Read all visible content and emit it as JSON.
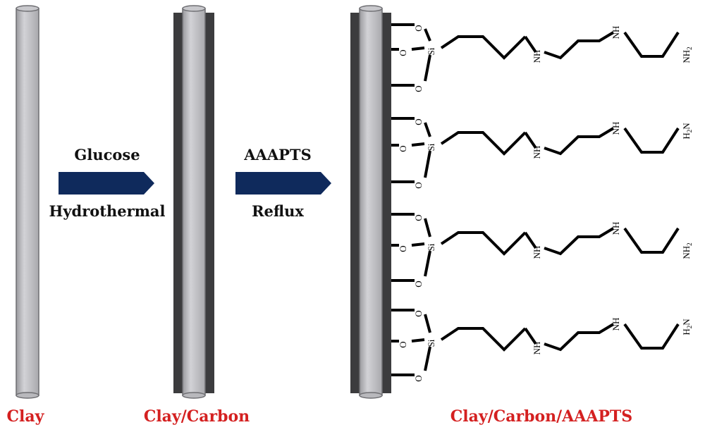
{
  "stages": {
    "clay": "Clay",
    "clay_carbon": "Clay/Carbon",
    "clay_carbon_aaapts": "Clay/Carbon/AAAPTS"
  },
  "steps": [
    {
      "reagent": "Glucose",
      "condition": "Hydrothermal"
    },
    {
      "reagent": "AAAPTS",
      "condition": "Reflux"
    }
  ],
  "atoms": {
    "oxygen": "O",
    "silicon": "Si",
    "amine": "NH",
    "terminal_left": "H",
    "terminal_right": "N",
    "amine_end": "NH",
    "subscript": "2"
  },
  "colors": {
    "clay_rod": "#bdbdc1",
    "carbon_shell": "#3c3c3e",
    "arrow": "#0f2a5c",
    "stage_label": "#d42020"
  }
}
